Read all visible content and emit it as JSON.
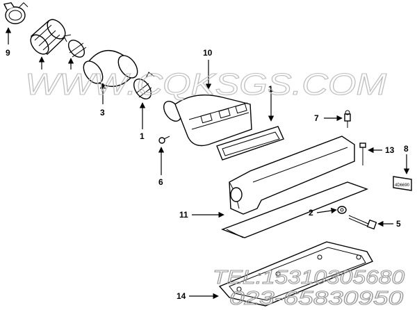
{
  "watermark": {
    "site": "WWW.CQKSGS.COM",
    "tel_line": "TEL:15310305680",
    "phone_line": "023-65830950"
  },
  "plate_text": "4D6690",
  "callouts": [
    "1",
    "1",
    "2",
    "3",
    "5",
    "6",
    "7",
    "8",
    "9",
    "10",
    "11",
    "13",
    "14"
  ]
}
